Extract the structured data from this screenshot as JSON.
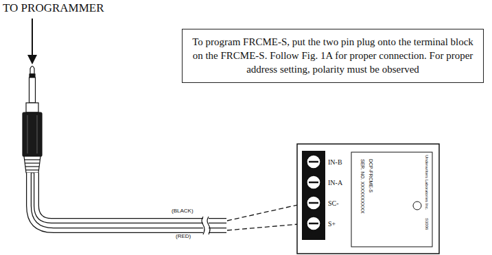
{
  "diagram": {
    "nodes": [
      {
        "text": [
          "To program FRCME-S, put the two pin plug onto the terminal block on the FRCME-S. Follow Fig. 1A for proper connection. For proper address setting, polarity must be observed"
        ]
      }
    ],
    "labels": [
      "TO PROGRAMMER",
      "(BLACK)",
      "(RED)",
      "IN-B",
      "IN-A",
      "SC-",
      "S+",
      "DCP-FRCME-S",
      "SER. NO. XXXXXXXXXX",
      "Underwriters Laboratories Inc.",
      "S3006"
    ]
  }
}
